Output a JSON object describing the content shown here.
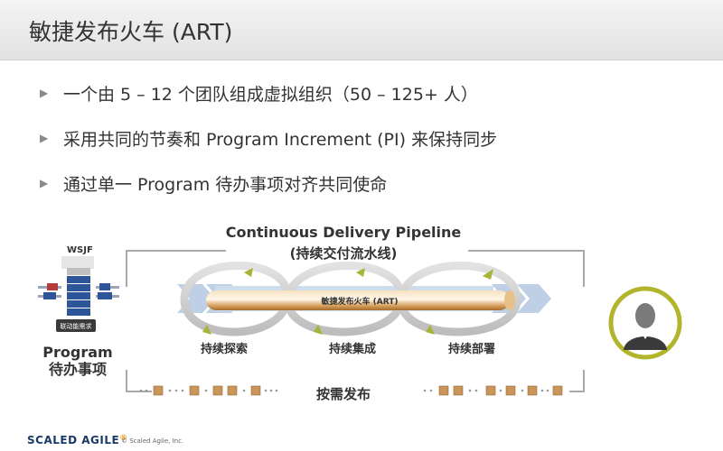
{
  "header": {
    "title": "敏捷发布火车 (ART)"
  },
  "bullets": [
    {
      "text": "一个由 5 – 12 个团队组成虚拟组织（50 – 125+ 人）"
    },
    {
      "text": "采用共同的节奏和 Program Increment (PI) 来保持同步"
    },
    {
      "text": "通过单一 Program 待办事项对齐共同使命"
    }
  ],
  "diagram": {
    "pipeline_title": "Continuous Delivery Pipeline",
    "pipeline_subtitle": "(持续交付流水线)",
    "train_label": "敏捷发布火车 (ART)",
    "stages": [
      "持续探索",
      "持续集成",
      "持续部署"
    ],
    "release_label": "按需发布",
    "backlog": {
      "wsjf_label": "WSJF",
      "kanban_label": "联动能需求",
      "program_label_line1": "Program",
      "program_label_line2": "待办事项"
    }
  },
  "footer": {
    "logo_text": "SCALED AGILE",
    "logo_mark": "®",
    "copyright": "© Scaled Agile, Inc."
  },
  "colors": {
    "pipe_core": "#c8893a",
    "loop_arrow": "#a7b435",
    "blue_chevron": "#b9cce4",
    "backlog_blue": "#2e5597",
    "backlog_red": "#b63c3c",
    "avatar_ring": "#b2b52c",
    "box_color": "#c8955a",
    "logo_navy": "#1b3a68",
    "logo_orange": "#f0a21c"
  },
  "icons": [
    "bullet-arrow-icon",
    "wsjf-backlog-icon",
    "customer-avatar-icon",
    "delivery-box-icon",
    "loop-arrow-icon"
  ]
}
